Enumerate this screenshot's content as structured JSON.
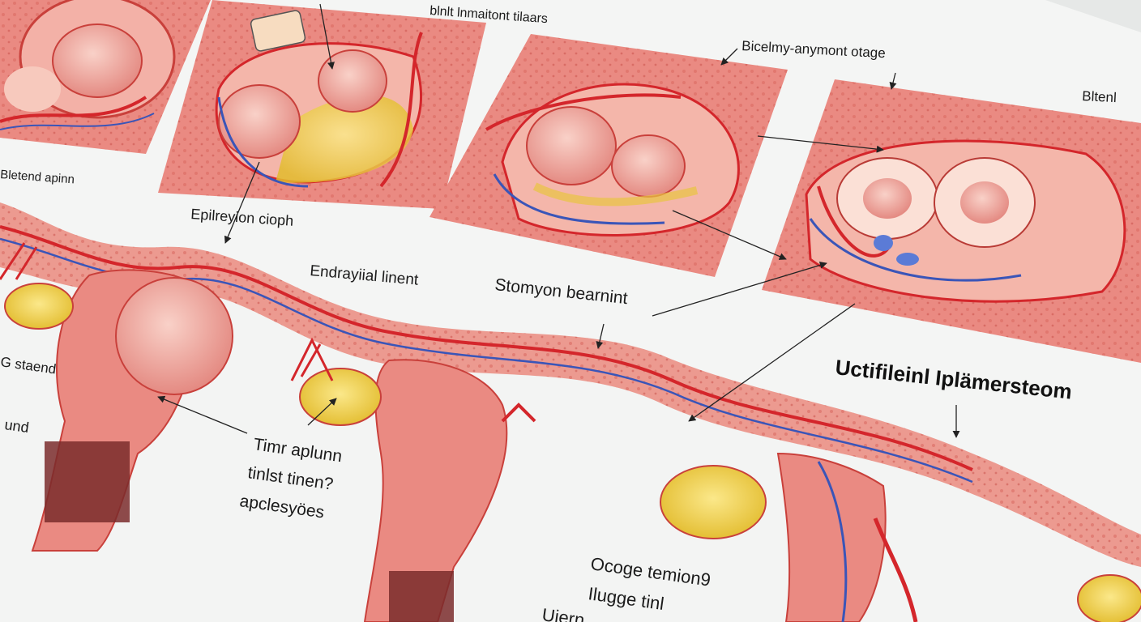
{
  "labels": {
    "top_center": "blnlt lnmaitont tilaars",
    "top_right": "Bicelmy-anymont otage",
    "far_right": "Bltenl",
    "left_upper": "Bletend apinn",
    "epi": "Epilreyion cioph",
    "endra": "Endrayiial linent",
    "stomy": "Stomyon bearnint",
    "title": "Uctifileinl Iplämersteom",
    "left_edge_1": "G staend",
    "left_edge_2": "und",
    "timr_1": "Timr aplunn",
    "timr_2": "tinlst tinen?",
    "timr_3": "apclesyöes",
    "oc_1": "Ocoge temion9",
    "oc_2": "Ilugge tinl",
    "oc_3": "Ujern"
  },
  "colors": {
    "paper": "#f4f5f4",
    "tissue": "#e9857f",
    "tissue_light": "#f2b0a6",
    "artery": "#d4262b",
    "vein": "#3a55b8",
    "yolk": "#f0d34a"
  }
}
